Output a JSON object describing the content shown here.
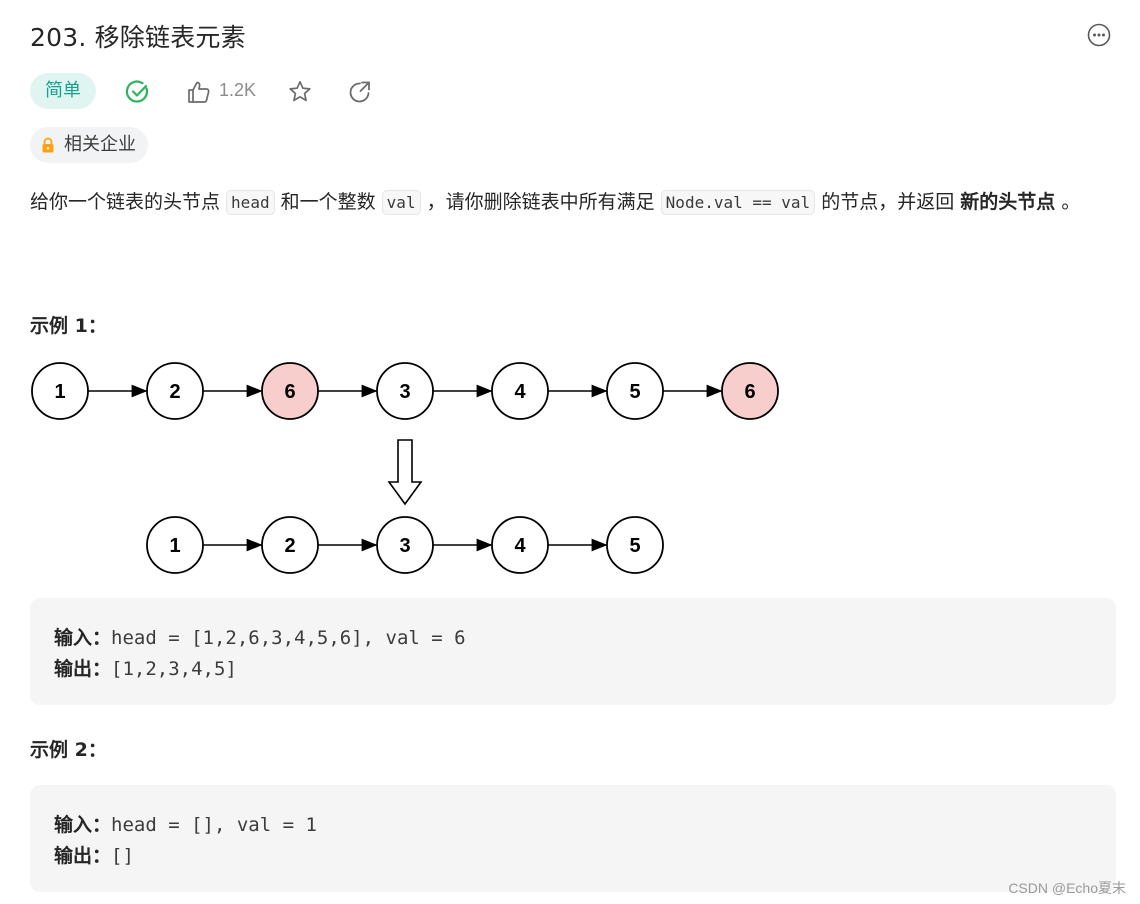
{
  "problem": {
    "title": "203. 移除链表元素",
    "difficulty": "简单",
    "likes": "1.2K",
    "company_tag": "相关企业"
  },
  "description": {
    "p1": "给你一个链表的头节点 ",
    "code1": "head",
    "p2": " 和一个整数 ",
    "code2": "val",
    "p3": " ，请你删除链表中所有满足 ",
    "code3": "Node.val == val",
    "p4": " 的节点，并返回 ",
    "bold": "新的头节点",
    "p5": " 。"
  },
  "example1": {
    "title": "示例 1：",
    "input_label": "输入：",
    "input": "head = [1,2,6,3,4,5,6], val = 6",
    "output_label": "输出：",
    "output": "[1,2,3,4,5]",
    "diagram": {
      "before": [
        1,
        2,
        6,
        3,
        4,
        5,
        6
      ],
      "after": [
        1,
        2,
        3,
        4,
        5
      ],
      "removed_value": 6,
      "node_color": "#ffffff",
      "removed_color": "#f8cecc"
    }
  },
  "example2": {
    "title": "示例 2：",
    "input_label": "输入：",
    "input": "head = [], val = 1",
    "output_label": "输出：",
    "output": "[]"
  },
  "watermark": "CSDN @Echo夏末",
  "colors": {
    "accent": "#15a38f",
    "check": "#2db55d"
  },
  "icons": [
    "more-icon",
    "solved-check-icon",
    "thumbs-up-icon",
    "star-icon",
    "share-icon",
    "lock-icon"
  ]
}
